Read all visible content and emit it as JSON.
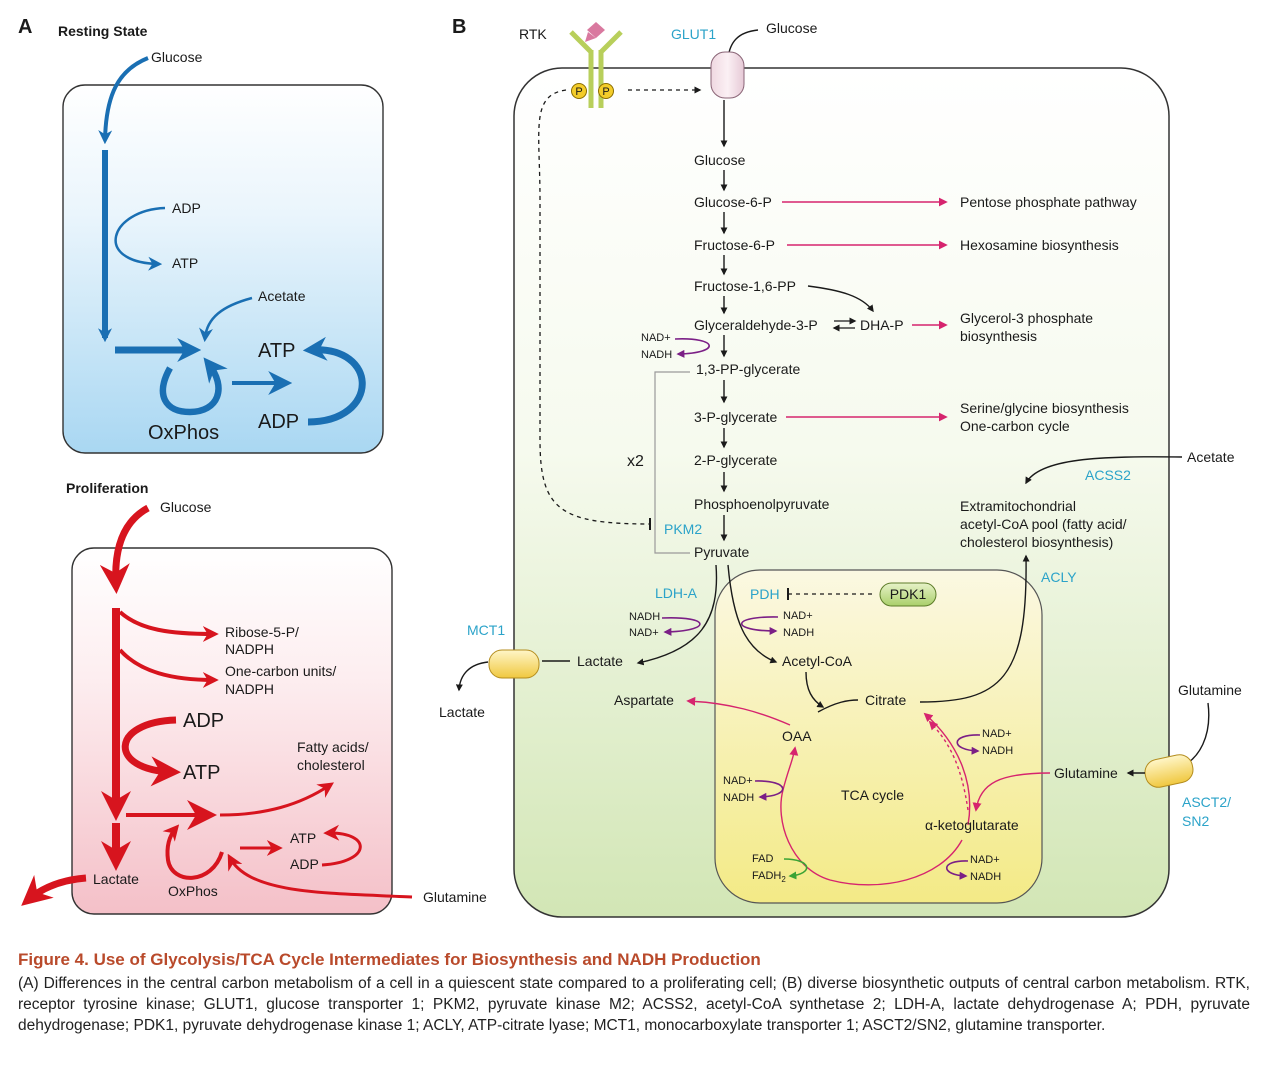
{
  "panels": {
    "a_letter": "A",
    "b_letter": "B"
  },
  "panel_a": {
    "resting_state_title": "Resting State",
    "resting_glucose": "Glucose",
    "resting_adp": "ADP",
    "resting_atp": "ATP",
    "resting_acetate": "Acetate",
    "resting_atp_large": "ATP",
    "resting_adp_large": "ADP",
    "resting_oxphos": "OxPhos",
    "prolif_title": "Proliferation",
    "prolif_glucose": "Glucose",
    "prolif_ribose_1": "Ribose-5-P/",
    "prolif_ribose_2": "NADPH",
    "prolif_onecarbon_1": "One-carbon units/",
    "prolif_onecarbon_2": "NADPH",
    "prolif_adp_large": "ADP",
    "prolif_atp_large": "ATP",
    "prolif_fatty_1": "Fatty acids/",
    "prolif_fatty_2": "cholesterol",
    "prolif_atp_small": "ATP",
    "prolif_adp_small": "ADP",
    "prolif_lactate": "Lactate",
    "prolif_oxphos": "OxPhos",
    "prolif_glutamine": "Glutamine"
  },
  "panel_b": {
    "rtk": "RTK",
    "p1": "P",
    "p2": "P",
    "glut1": "GLUT1",
    "glucose_out": "Glucose",
    "glucose": "Glucose",
    "g6p": "Glucose-6-P",
    "f6p": "Fructose-6-P",
    "f16pp": "Fructose-1,6-PP",
    "g3p": "Glyceraldehyde-3-P",
    "dhap": "DHA-P",
    "pp_glycerate": "1,3-PP-glycerate",
    "p3_glycerate": "3-P-glycerate",
    "p2_glycerate": "2-P-glycerate",
    "pep": "Phosphoenolpyruvate",
    "pyruvate": "Pyruvate",
    "pkm2": "PKM2",
    "x2": "x2",
    "nad_plus_1": "NAD+",
    "nadh_1": "NADH",
    "ppp": "Pentose phosphate pathway",
    "hexosamine": "Hexosamine biosynthesis",
    "glycerol_1": "Glycerol-3 phosphate",
    "glycerol_2": "biosynthesis",
    "serine_1": "Serine/glycine biosynthesis",
    "serine_2": "One-carbon cycle",
    "acetate": "Acetate",
    "acss2": "ACSS2",
    "extra_1": "Extramitochondrial",
    "extra_2": "acetyl-CoA pool (fatty acid/",
    "extra_3": "cholesterol biosynthesis)",
    "acly": "ACLY",
    "ldha": "LDH-A",
    "nadh_2": "NADH",
    "nad_plus_2": "NAD+",
    "pdh": "PDH",
    "nad_plus_3": "NAD+",
    "nadh_3": "NADH",
    "pdk1": "PDK1",
    "mct1": "MCT1",
    "lactate_in": "Lactate",
    "lactate_out": "Lactate",
    "acetyl_coa": "Acetyl-CoA",
    "aspartate": "Aspartate",
    "citrate": "Citrate",
    "oaa": "OAA",
    "nad_plus_4": "NAD+",
    "nadh_4": "NADH",
    "nad_plus_5": "NAD+",
    "nadh_5": "NADH",
    "tca_cycle": "TCA cycle",
    "akg": "α-ketoglutarate",
    "fad": "FAD",
    "fadh2": "FADH",
    "fadh2_sub": "2",
    "nad_plus_6": "NAD+",
    "nadh_6": "NADH",
    "glutamine_out": "Glutamine",
    "glutamine_in": "Glutamine",
    "asct2_1": "ASCT2/",
    "asct2_2": "SN2"
  },
  "caption": {
    "title": "Figure 4.  Use of Glycolysis/TCA Cycle Intermediates for Biosynthesis and NADH Production",
    "body": "(A) Differences in the central carbon metabolism of a cell in a quiescent state compared to a proliferating cell; (B) diverse biosynthetic outputs of central carbon metabolism. RTK, receptor tyrosine kinase; GLUT1, glucose transporter 1; PKM2, pyruvate kinase M2; ACSS2, acetyl-CoA synthetase 2; LDH-A, lactate dehydrogenase A; PDH, pyruvate dehydrogenase; PDK1, pyruvate dehydrogenase kinase 1; ACLY, ATP-citrate lyase; MCT1, monocarboxylate transporter 1; ASCT2/SN2, glutamine transporter."
  },
  "colors": {
    "blue": "#1a6fb3",
    "red": "#d7141e",
    "magenta": "#d6246e",
    "purple": "#7b1f86",
    "green": "#3aa335",
    "cyan_label": "#2ba3c9",
    "caption_title": "#b94a2b"
  }
}
